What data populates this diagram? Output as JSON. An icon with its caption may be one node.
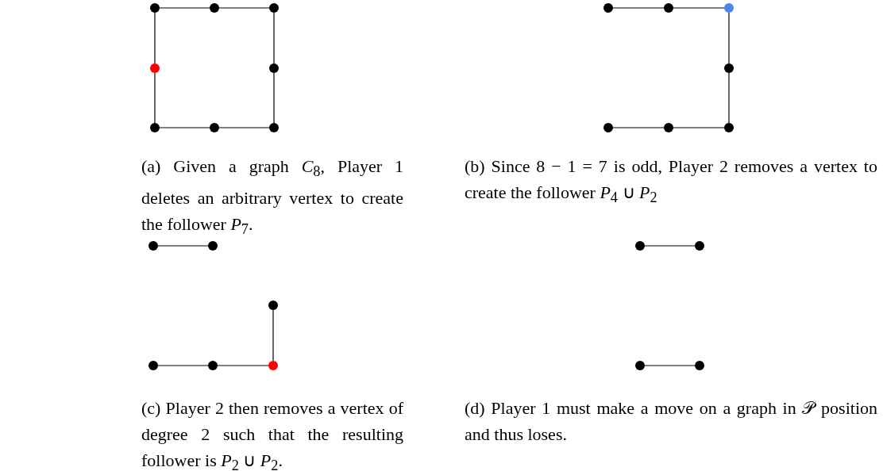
{
  "diagram": {
    "nodes": [
      {
        "text": [],
        "shape": "circle"
      },
      {
        "text": [],
        "shape": "circle"
      },
      {
        "text": [],
        "shape": "circle"
      },
      {
        "text": [],
        "shape": "circle"
      },
      {
        "text": [],
        "shape": "circle"
      },
      {
        "text": [],
        "shape": "circle"
      },
      {
        "text": [],
        "shape": "circle"
      },
      {
        "text": [],
        "shape": "circle"
      },
      {
        "text": [],
        "shape": "circle"
      },
      {
        "text": [],
        "shape": "circle"
      },
      {
        "text": [],
        "shape": "circle"
      },
      {
        "text": [],
        "shape": "circle"
      },
      {
        "text": [],
        "shape": "circle"
      },
      {
        "text": [],
        "shape": "circle"
      },
      {
        "text": [],
        "shape": "circle"
      },
      {
        "text": [],
        "shape": "circle"
      },
      {
        "text": [],
        "shape": "circle"
      },
      {
        "text": [],
        "shape": "circle"
      },
      {
        "text": [],
        "shape": "circle"
      },
      {
        "text": [],
        "shape": "circle"
      },
      {
        "text": [],
        "shape": "circle"
      },
      {
        "text": [],
        "shape": "circle"
      },
      {
        "text": [],
        "shape": "circle"
      },
      {
        "text": [],
        "shape": "circle"
      },
      {
        "text": [],
        "shape": "circle"
      }
    ],
    "edges": [
      {
        "from": 0,
        "to": 1,
        "arrow": "none"
      },
      {
        "from": 1,
        "to": 2,
        "arrow": "none"
      },
      {
        "from": 2,
        "to": 4,
        "arrow": "none"
      },
      {
        "from": 4,
        "to": 7,
        "arrow": "none"
      },
      {
        "from": 7,
        "to": 6,
        "arrow": "none"
      },
      {
        "from": 6,
        "to": 5,
        "arrow": "none"
      },
      {
        "from": 5,
        "to": 3,
        "arrow": "none"
      },
      {
        "from": 3,
        "to": 0,
        "arrow": "none"
      },
      {
        "from": 8,
        "to": 9,
        "arrow": "none"
      },
      {
        "from": 9,
        "to": 10,
        "arrow": "none"
      },
      {
        "from": 10,
        "to": 11,
        "arrow": "none"
      },
      {
        "from": 11,
        "to": 14,
        "arrow": "none"
      },
      {
        "from": 14,
        "to": 13,
        "arrow": "none"
      },
      {
        "from": 13,
        "to": 12,
        "arrow": "none"
      },
      {
        "from": 15,
        "to": 16,
        "arrow": "none"
      },
      {
        "from": 17,
        "to": 20,
        "arrow": "none"
      },
      {
        "from": 18,
        "to": 19,
        "arrow": "none"
      },
      {
        "from": 19,
        "to": 20,
        "arrow": "none"
      },
      {
        "from": 21,
        "to": 22,
        "arrow": "none"
      },
      {
        "from": 23,
        "to": 24,
        "arrow": "none"
      }
    ],
    "labels": [
      "(a) Given a graph *C*$_{8}$, Player 1 deletes an arbitrary vertex to create the follower *P*$_{7}$.",
      "(b) Since 8 − 1 = 7 is odd, Player 2 removes a vertex to create the follower *P*$_{4}$ ∪ *P*$_{2}$",
      "(c) Player 2 then removes a vertex of degree 2 such that the resulting follower is *P*$_{2}$ ∪ *P*$_{2}$.",
      "(d) Player 1 must make a move on a graph in 𝒫 position and thus loses."
    ]
  }
}
